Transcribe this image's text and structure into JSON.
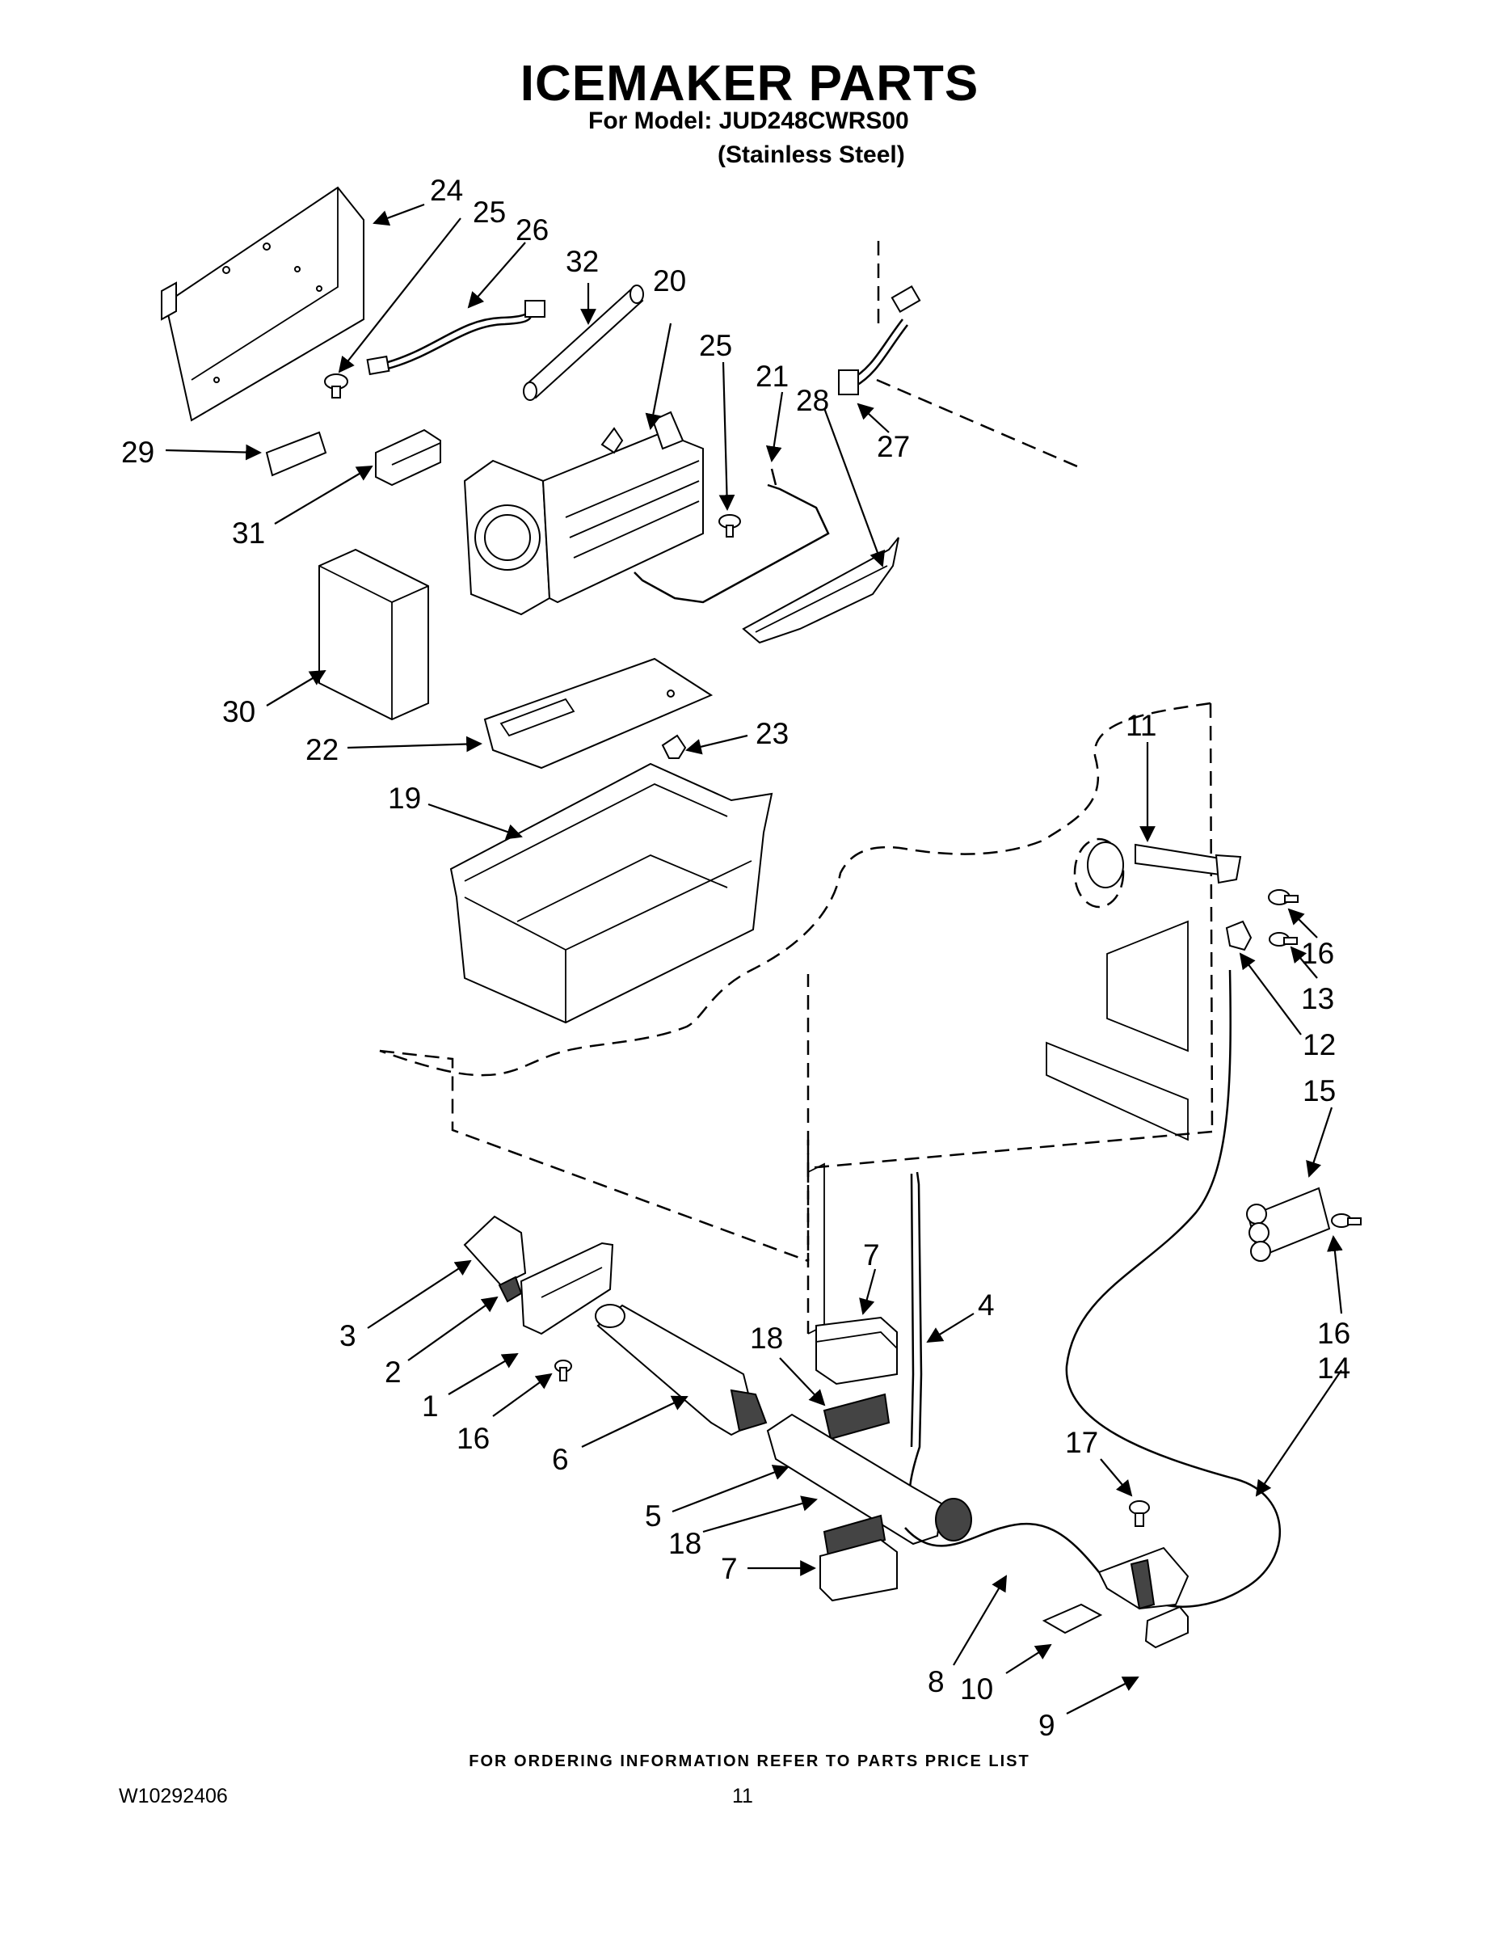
{
  "title": "ICEMAKER PARTS",
  "model_line": "For Model: JUD248CWRS00",
  "variant": "(Stainless Steel)",
  "footer_note": "FOR ORDERING INFORMATION REFER TO PARTS PRICE LIST",
  "doc_number": "W10292406",
  "page_number": "11",
  "callouts": [
    "24",
    "25",
    "26",
    "32",
    "20",
    "25",
    "21",
    "28",
    "27",
    "29",
    "31",
    "30",
    "22",
    "23",
    "19",
    "11",
    "16",
    "13",
    "12",
    "15",
    "7",
    "4",
    "3",
    "2",
    "1",
    "16",
    "18",
    "6",
    "16",
    "14",
    "17",
    "5",
    "18",
    "7",
    "8",
    "10",
    "9"
  ]
}
